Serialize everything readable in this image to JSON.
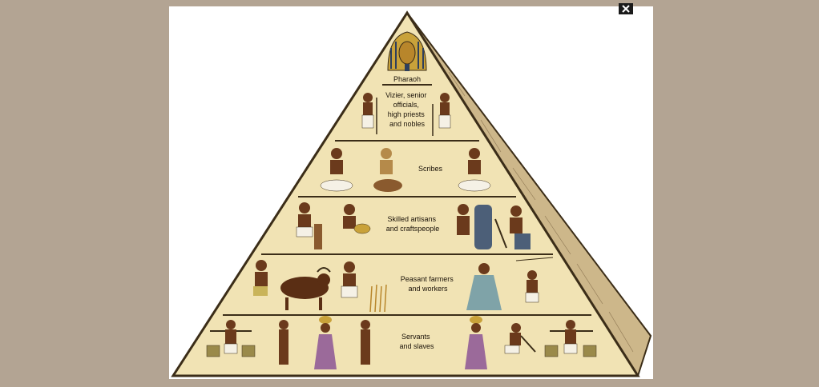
{
  "window": {
    "close_icon": "close-icon"
  },
  "pyramid": {
    "tiers": [
      {
        "id": "pharaoh",
        "label_lines": [
          "Pharaoh"
        ]
      },
      {
        "id": "officials",
        "label_lines": [
          "Vizier, senior",
          "officials,",
          "high priests",
          "and nobles"
        ]
      },
      {
        "id": "scribes",
        "label_lines": [
          "Scribes"
        ]
      },
      {
        "id": "artisans",
        "label_lines": [
          "Skilled artisans",
          "and craftspeople"
        ]
      },
      {
        "id": "farmers",
        "label_lines": [
          "Peasant farmers",
          "and workers"
        ]
      },
      {
        "id": "servants",
        "label_lines": [
          "Servants",
          "and slaves"
        ]
      }
    ]
  },
  "colors": {
    "background": "#b3a493",
    "panel": "#ffffff",
    "pyramid_face": "#f1e3b4",
    "pyramid_side": "#cdb78a",
    "outline": "#3b2d18",
    "skin": "#6b3a1c",
    "cloth": "#f5f1e6",
    "headdress_gold": "#c9a23a",
    "headdress_blue": "#2e3f5c"
  }
}
